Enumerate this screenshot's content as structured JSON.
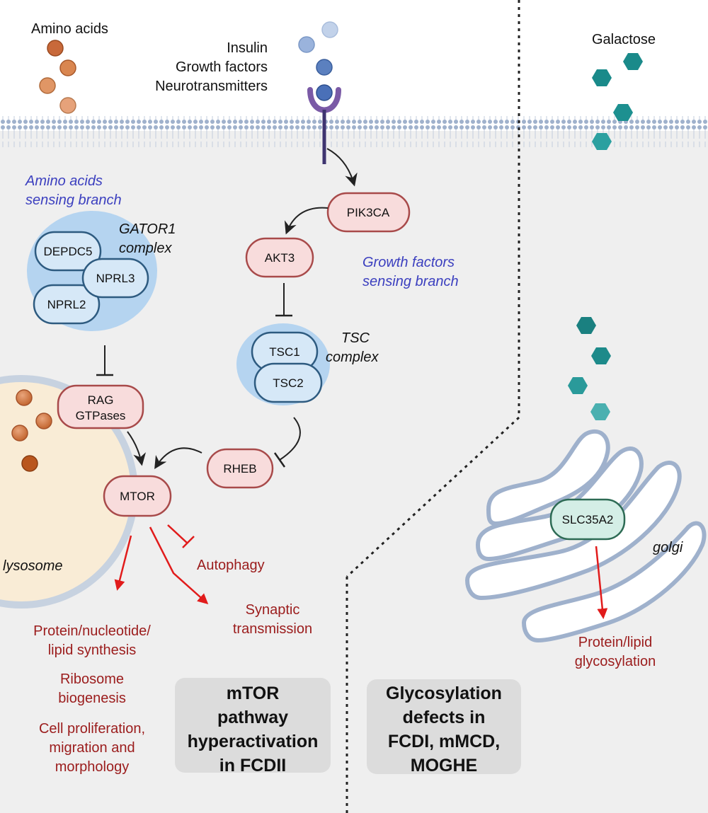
{
  "signals": {
    "amino_acids": "Amino acids",
    "ligands": [
      "Insulin",
      "Growth factors",
      "Neurotransmitters"
    ],
    "galactose": "Galactose"
  },
  "branches": {
    "amino_acids_branch": [
      "Amino acids",
      "sensing branch"
    ],
    "growth_factors_branch": [
      "Growth factors",
      "sensing branch"
    ]
  },
  "complexes": {
    "gator1": [
      "GATOR1",
      "complex"
    ],
    "tsc": [
      "TSC",
      "complex"
    ]
  },
  "nodes": {
    "depdc5": "DEPDC5",
    "nprl3": "NPRL3",
    "nprl2": "NPRL2",
    "rag": [
      "RAG",
      "GTPases"
    ],
    "pik3ca": "PIK3CA",
    "akt3": "AKT3",
    "tsc1": "TSC1",
    "tsc2": "TSC2",
    "rheb": "RHEB",
    "mtor": "MTOR",
    "slc35a2": "SLC35A2"
  },
  "organelles": {
    "lysosome": "lysosome",
    "golgi": "golgi"
  },
  "outputs": {
    "autophagy": "Autophagy",
    "synaptic": [
      "Synaptic",
      "transmission"
    ],
    "protein_synthesis": [
      "Protein/nucleotide/",
      "lipid synthesis"
    ],
    "ribosome": [
      "Ribosome",
      "biogenesis"
    ],
    "proliferation": [
      "Cell proliferation,",
      "migration and",
      "morphology"
    ],
    "glycosylation": [
      "Protein/lipid",
      "glycosylation"
    ]
  },
  "boxes": {
    "mtor_box": [
      "mTOR",
      "pathway",
      "hyperactivation",
      "in FCDII"
    ],
    "glyco_box": [
      "Glycosylation",
      "defects in",
      "FCDI, mMCD,",
      "MOGHE"
    ]
  },
  "colors": {
    "background": "#efefef",
    "pink_node": "#f8dcdc",
    "pink_border": "#a84a4a",
    "blue_node": "#d6e8f7",
    "blue_border": "#2e5b80",
    "complex_bg": "#b5d4f0",
    "red_arrow": "#e11b1b",
    "teal": "#1a8a8a",
    "slc_fill": "#d4eee6",
    "slc_border": "#2d6b54",
    "ligand_blue": "#5b80bf",
    "receptor_purple": "#7a5aa6",
    "amino_orange": "#d07a45"
  }
}
